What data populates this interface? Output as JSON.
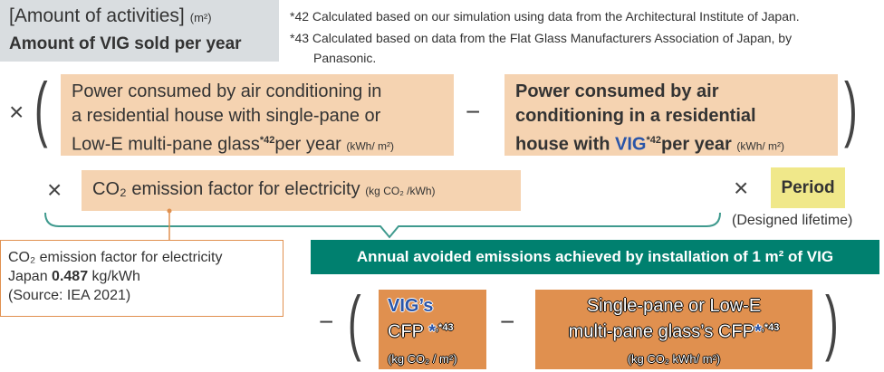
{
  "header": {
    "activities": "[Amount of activities]",
    "activities_unit": "(m²)",
    "vig_sold": "Amount of VIG sold per year"
  },
  "notes": [
    "*42 Calculated based on our simulation using data from the Architectural Institute of Japan.",
    "*43 Calculated based on data from the Flat Glass Manufacturers Association of Japan, by",
    "Panasonic."
  ],
  "operators": {
    "times": "×",
    "minus": "−",
    "open": "(",
    "close": ")"
  },
  "box1": {
    "lines": [
      "Power consumed by air conditioning in",
      "a residential house with single-pane or",
      "Low-E multi-pane glass"
    ],
    "sup": "*42",
    "tail": "per year",
    "unit": "(kWh/ m²)"
  },
  "box2": {
    "lines": [
      "Power consumed by air",
      "conditioning in a residential",
      "house with "
    ],
    "vig": "VIG",
    "sup": "*42",
    "tail": "per year",
    "unit": "(kWh/ m²)"
  },
  "box3": {
    "label": "CO₂ emission factor for electricity",
    "unit": "(kg CO₂ /kWh)"
  },
  "period": {
    "label": "Period",
    "sub": "(Designed lifetime)"
  },
  "callout": {
    "line1": "CO₂ emission factor for electricity",
    "line2_a": "Japan ",
    "value": "0.487",
    "line2_b": " kg/kWh",
    "line3": "(Source: IEA 2021)"
  },
  "banner": {
    "text": "Annual avoided emissions achieved by installation of 1 m² of VIG"
  },
  "box4": {
    "title": "VIG’s",
    "cfp": "CFP ",
    "star": "*",
    "sup": ",*43",
    "unit": "(kg CO₂ / m²)"
  },
  "box5": {
    "line1": "Single-pane or Low-E",
    "line2": "multi-pane glass’s CFP",
    "star": "*",
    "sup": ",*43",
    "unit": "(kg CO₂ kWh/ m²)"
  },
  "colors": {
    "teal": "#00806f",
    "peach": "#f5d3b1",
    "orange": "#e0904f",
    "yellow": "#f0e88a",
    "blue": "#2a55a8"
  }
}
